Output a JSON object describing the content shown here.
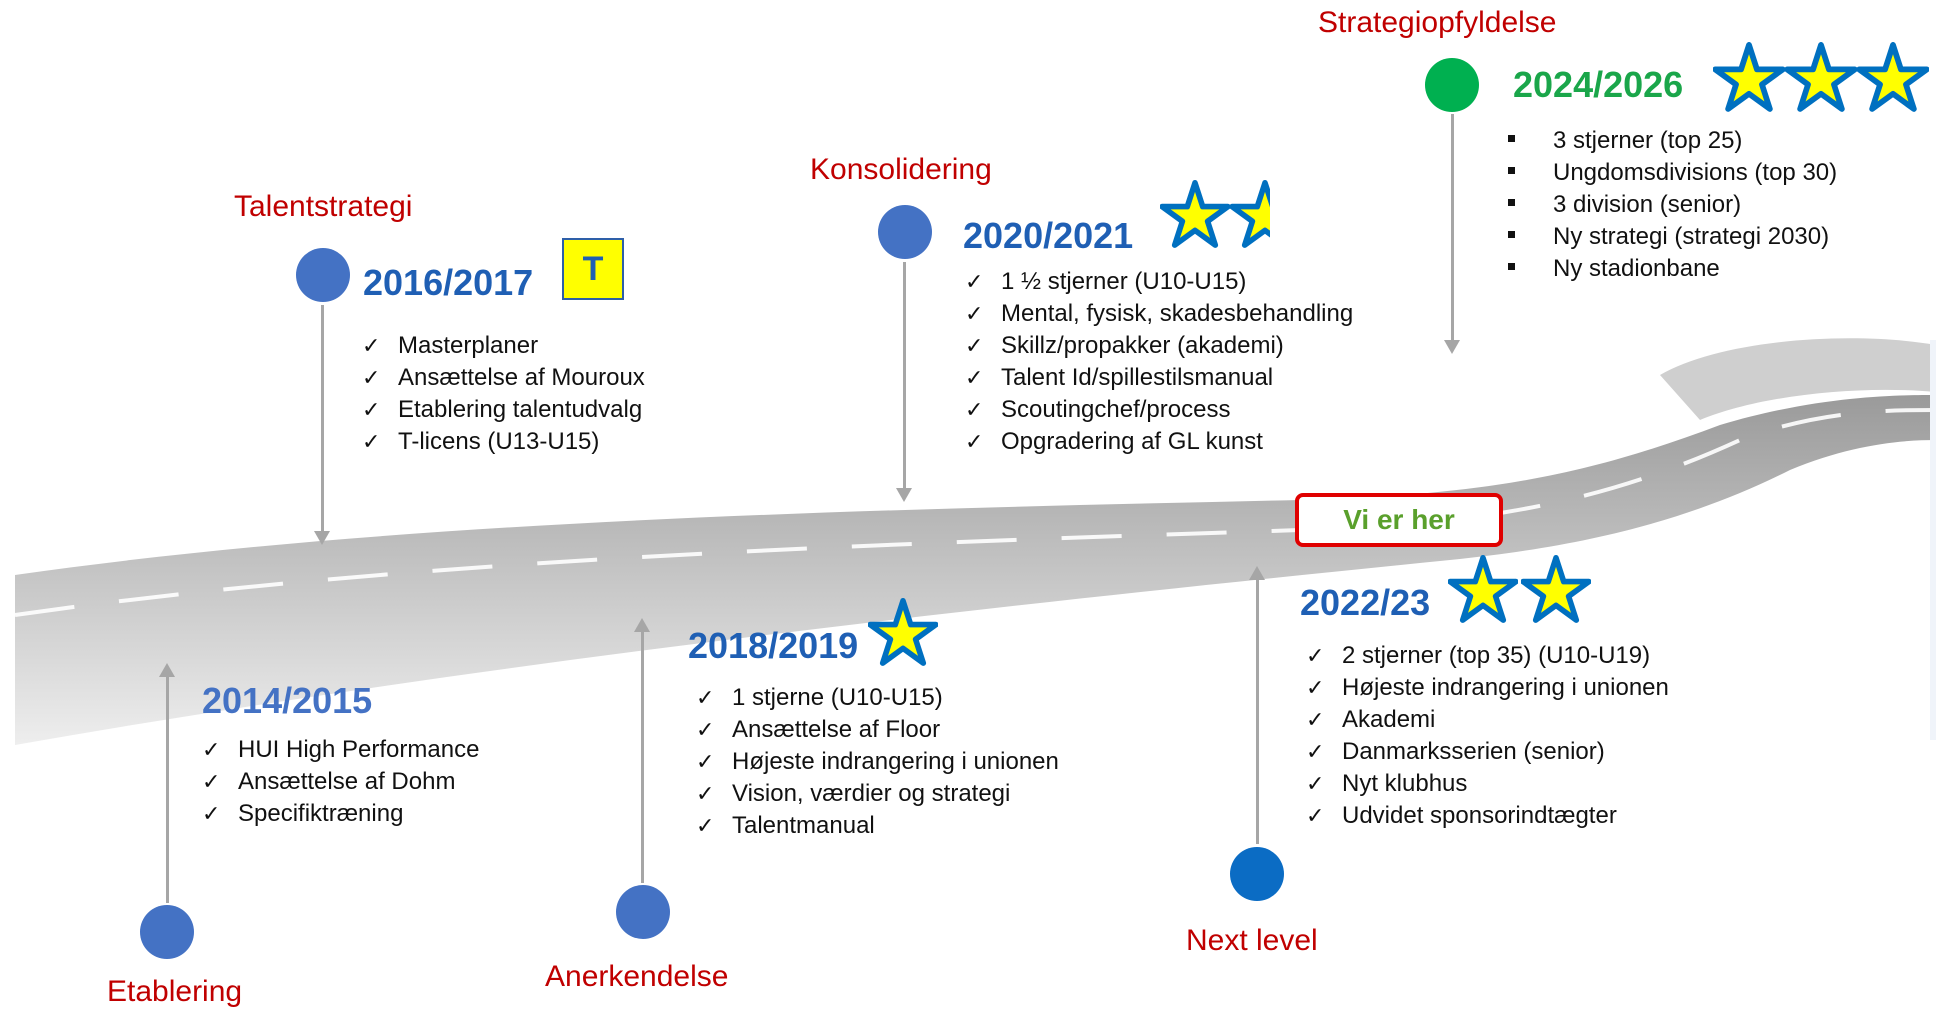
{
  "milestones": [
    {
      "phase": "Etablering",
      "year": "2014/2015",
      "items": [
        "HUI High Performance",
        "Ansættelse af Dohm",
        "Specifiktræning"
      ]
    },
    {
      "phase": "Talentstrategi",
      "year": "2016/2017",
      "badge": "T",
      "items": [
        "Masterplaner",
        "Ansættelse af Mouroux",
        "Etablering talentudvalg",
        "T-licens (U13-U15)"
      ]
    },
    {
      "phase": "Anerkendelse",
      "year": "2018/2019",
      "stars": 1,
      "items": [
        "1 stjerne (U10-U15)",
        "Ansættelse af Floor",
        "Højeste indrangering i unionen",
        "Vision, værdier og strategi",
        "Talentmanual"
      ]
    },
    {
      "phase": "Konsolidering",
      "year": "2020/2021",
      "stars": 1.5,
      "items": [
        "1 ½ stjerner (U10-U15)",
        "Mental, fysisk, skadesbehandling",
        "Skillz/propakker (akademi)",
        "Talent Id/spillestilsmanual",
        "Scoutingchef/process",
        "Opgradering af GL kunst"
      ]
    },
    {
      "phase": "Next level",
      "year": "2022/23",
      "stars": 2,
      "items": [
        "2 stjerner (top 35) (U10-U19)",
        "Højeste indrangering i unionen",
        "Akademi",
        "Danmarksserien (senior)",
        "Nyt klubhus",
        "Udvidet sponsorindtægter"
      ]
    },
    {
      "phase": "Strategiopfyldelse",
      "year": "2024/2026",
      "stars": 3,
      "items": [
        "3 stjerner (top 25)",
        "Ungdomsdivisions  (top 30)",
        "3 division  (senior)",
        "Ny strategi (strategi 2030)",
        "Ny stadionbane"
      ]
    }
  ],
  "current_marker": "Vi er her",
  "colors": {
    "phase_title": "#c00000",
    "year_blue": "#1f5fb4",
    "year_green": "#1aa64a",
    "star_fill": "#ffff00",
    "star_outline": "#0070c0",
    "marker_border": "#e00000",
    "marker_text": "#5aa02c",
    "dot_green": "#00b050"
  },
  "icons": [
    "checkmark-icon",
    "star-icon",
    "square-bullet-icon"
  ]
}
